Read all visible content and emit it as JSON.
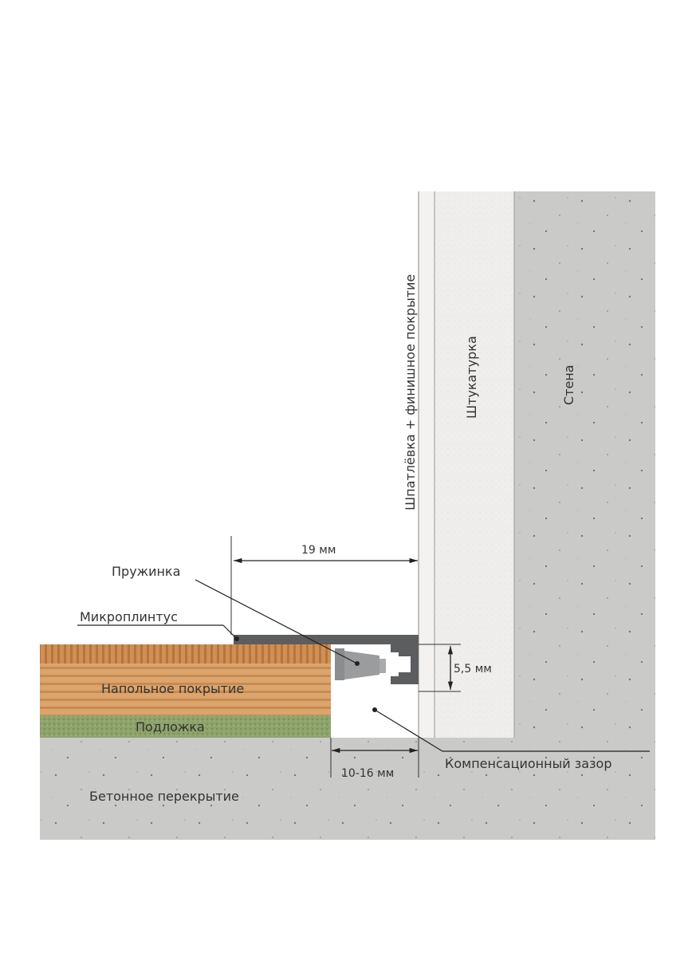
{
  "diagram": {
    "layers": {
      "putty": "Шпатлёвка + финишное покрытие",
      "plaster": "Штукатурка",
      "wall": "Стена",
      "floor_covering": "Напольное покрытие",
      "underlay": "Подложка",
      "slab": "Бетонное перекрытие"
    },
    "callouts": {
      "spring": "Пружинка",
      "skirting": "Микроплинтус",
      "gap": "Компенсационный зазор"
    },
    "dimensions": {
      "width": "19 мм",
      "height": "5,5 мм",
      "gap": "10-16 мм"
    },
    "colors": {
      "concrete": "#c9c9c7",
      "plaster": "#efeeec",
      "wood": "#d9a46c",
      "underlay": "#8fa36e",
      "profile": "#5b5d5f"
    }
  }
}
